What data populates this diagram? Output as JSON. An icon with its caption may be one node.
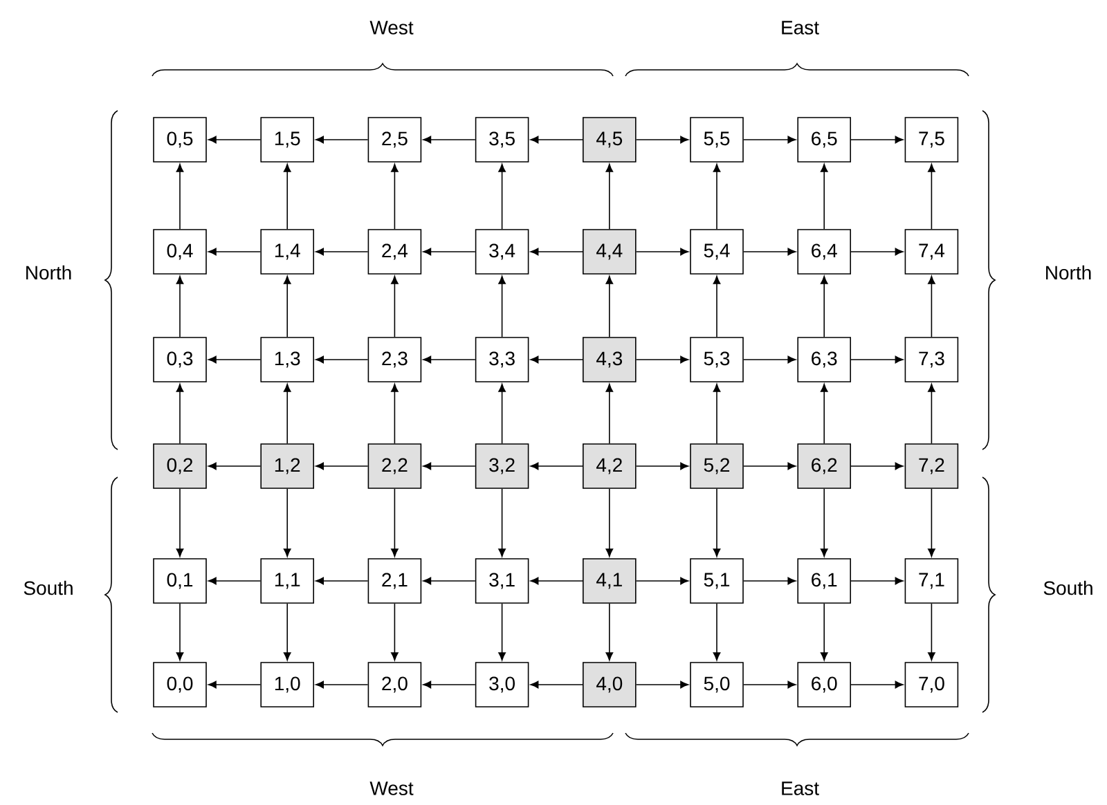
{
  "diagram": {
    "nodes": [
      {
        "text": [
          "0,5"
        ]
      },
      {
        "text": [
          "1,5"
        ]
      },
      {
        "text": [
          "2,5"
        ]
      },
      {
        "text": [
          "3,5"
        ]
      },
      {
        "text": [
          "4,5"
        ]
      },
      {
        "text": [
          "5,5"
        ]
      },
      {
        "text": [
          "6,5"
        ]
      },
      {
        "text": [
          "7,5"
        ]
      },
      {
        "text": [
          "0,4"
        ]
      },
      {
        "text": [
          "1,4"
        ]
      },
      {
        "text": [
          "2,4"
        ]
      },
      {
        "text": [
          "3,4"
        ]
      },
      {
        "text": [
          "4,4"
        ]
      },
      {
        "text": [
          "5,4"
        ]
      },
      {
        "text": [
          "6,4"
        ]
      },
      {
        "text": [
          "7,4"
        ]
      },
      {
        "text": [
          "0,3"
        ]
      },
      {
        "text": [
          "1,3"
        ]
      },
      {
        "text": [
          "2,3"
        ]
      },
      {
        "text": [
          "3,3"
        ]
      },
      {
        "text": [
          "4,3"
        ]
      },
      {
        "text": [
          "5,3"
        ]
      },
      {
        "text": [
          "6,3"
        ]
      },
      {
        "text": [
          "7,3"
        ]
      },
      {
        "text": [
          "0,2"
        ]
      },
      {
        "text": [
          "1,2"
        ]
      },
      {
        "text": [
          "2,2"
        ]
      },
      {
        "text": [
          "3,2"
        ]
      },
      {
        "text": [
          "4,2"
        ]
      },
      {
        "text": [
          "5,2"
        ]
      },
      {
        "text": [
          "6,2"
        ]
      },
      {
        "text": [
          "7,2"
        ]
      },
      {
        "text": [
          "0,1"
        ]
      },
      {
        "text": [
          "1,1"
        ]
      },
      {
        "text": [
          "2,1"
        ]
      },
      {
        "text": [
          "3,1"
        ]
      },
      {
        "text": [
          "4,1"
        ]
      },
      {
        "text": [
          "5,1"
        ]
      },
      {
        "text": [
          "6,1"
        ]
      },
      {
        "text": [
          "7,1"
        ]
      },
      {
        "text": [
          "0,0"
        ]
      },
      {
        "text": [
          "1,0"
        ]
      },
      {
        "text": [
          "2,0"
        ]
      },
      {
        "text": [
          "3,0"
        ]
      },
      {
        "text": [
          "4,0"
        ]
      },
      {
        "text": [
          "5,0"
        ]
      },
      {
        "text": [
          "6,0"
        ]
      },
      {
        "text": [
          "7,0"
        ]
      }
    ],
    "edges": [
      {
        "from": 1,
        "to": 0,
        "arrow": "to"
      },
      {
        "from": 2,
        "to": 1,
        "arrow": "to"
      },
      {
        "from": 3,
        "to": 2,
        "arrow": "to"
      },
      {
        "from": 4,
        "to": 3,
        "arrow": "to"
      },
      {
        "from": 4,
        "to": 5,
        "arrow": "to"
      },
      {
        "from": 5,
        "to": 6,
        "arrow": "to"
      },
      {
        "from": 6,
        "to": 7,
        "arrow": "to"
      },
      {
        "from": 9,
        "to": 8,
        "arrow": "to"
      },
      {
        "from": 10,
        "to": 9,
        "arrow": "to"
      },
      {
        "from": 11,
        "to": 10,
        "arrow": "to"
      },
      {
        "from": 12,
        "to": 11,
        "arrow": "to"
      },
      {
        "from": 12,
        "to": 13,
        "arrow": "to"
      },
      {
        "from": 13,
        "to": 14,
        "arrow": "to"
      },
      {
        "from": 14,
        "to": 15,
        "arrow": "to"
      },
      {
        "from": 17,
        "to": 16,
        "arrow": "to"
      },
      {
        "from": 18,
        "to": 17,
        "arrow": "to"
      },
      {
        "from": 19,
        "to": 18,
        "arrow": "to"
      },
      {
        "from": 20,
        "to": 19,
        "arrow": "to"
      },
      {
        "from": 20,
        "to": 21,
        "arrow": "to"
      },
      {
        "from": 21,
        "to": 22,
        "arrow": "to"
      },
      {
        "from": 22,
        "to": 23,
        "arrow": "to"
      },
      {
        "from": 25,
        "to": 24,
        "arrow": "to"
      },
      {
        "from": 26,
        "to": 25,
        "arrow": "to"
      },
      {
        "from": 27,
        "to": 26,
        "arrow": "to"
      },
      {
        "from": 28,
        "to": 27,
        "arrow": "to"
      },
      {
        "from": 28,
        "to": 29,
        "arrow": "to"
      },
      {
        "from": 29,
        "to": 30,
        "arrow": "to"
      },
      {
        "from": 30,
        "to": 31,
        "arrow": "to"
      },
      {
        "from": 33,
        "to": 32,
        "arrow": "to"
      },
      {
        "from": 34,
        "to": 33,
        "arrow": "to"
      },
      {
        "from": 35,
        "to": 34,
        "arrow": "to"
      },
      {
        "from": 36,
        "to": 35,
        "arrow": "to"
      },
      {
        "from": 36,
        "to": 37,
        "arrow": "to"
      },
      {
        "from": 37,
        "to": 38,
        "arrow": "to"
      },
      {
        "from": 38,
        "to": 39,
        "arrow": "to"
      },
      {
        "from": 41,
        "to": 40,
        "arrow": "to"
      },
      {
        "from": 42,
        "to": 41,
        "arrow": "to"
      },
      {
        "from": 43,
        "to": 42,
        "arrow": "to"
      },
      {
        "from": 44,
        "to": 43,
        "arrow": "to"
      },
      {
        "from": 44,
        "to": 45,
        "arrow": "to"
      },
      {
        "from": 45,
        "to": 46,
        "arrow": "to"
      },
      {
        "from": 46,
        "to": 47,
        "arrow": "to"
      },
      {
        "from": 8,
        "to": 0,
        "arrow": "to"
      },
      {
        "from": 9,
        "to": 1,
        "arrow": "to"
      },
      {
        "from": 10,
        "to": 2,
        "arrow": "to"
      },
      {
        "from": 11,
        "to": 3,
        "arrow": "to"
      },
      {
        "from": 12,
        "to": 4,
        "arrow": "to"
      },
      {
        "from": 13,
        "to": 5,
        "arrow": "to"
      },
      {
        "from": 14,
        "to": 6,
        "arrow": "to"
      },
      {
        "from": 15,
        "to": 7,
        "arrow": "to"
      },
      {
        "from": 16,
        "to": 8,
        "arrow": "to"
      },
      {
        "from": 17,
        "to": 9,
        "arrow": "to"
      },
      {
        "from": 18,
        "to": 10,
        "arrow": "to"
      },
      {
        "from": 19,
        "to": 11,
        "arrow": "to"
      },
      {
        "from": 20,
        "to": 12,
        "arrow": "to"
      },
      {
        "from": 21,
        "to": 13,
        "arrow": "to"
      },
      {
        "from": 22,
        "to": 14,
        "arrow": "to"
      },
      {
        "from": 23,
        "to": 15,
        "arrow": "to"
      },
      {
        "from": 24,
        "to": 16,
        "arrow": "to"
      },
      {
        "from": 25,
        "to": 17,
        "arrow": "to"
      },
      {
        "from": 26,
        "to": 18,
        "arrow": "to"
      },
      {
        "from": 27,
        "to": 19,
        "arrow": "to"
      },
      {
        "from": 28,
        "to": 20,
        "arrow": "to"
      },
      {
        "from": 29,
        "to": 21,
        "arrow": "to"
      },
      {
        "from": 30,
        "to": 22,
        "arrow": "to"
      },
      {
        "from": 31,
        "to": 23,
        "arrow": "to"
      },
      {
        "from": 24,
        "to": 32,
        "arrow": "to"
      },
      {
        "from": 25,
        "to": 33,
        "arrow": "to"
      },
      {
        "from": 26,
        "to": 34,
        "arrow": "to"
      },
      {
        "from": 27,
        "to": 35,
        "arrow": "to"
      },
      {
        "from": 28,
        "to": 36,
        "arrow": "to"
      },
      {
        "from": 29,
        "to": 37,
        "arrow": "to"
      },
      {
        "from": 30,
        "to": 38,
        "arrow": "to"
      },
      {
        "from": 31,
        "to": 39,
        "arrow": "to"
      },
      {
        "from": 32,
        "to": 40,
        "arrow": "to"
      },
      {
        "from": 33,
        "to": 41,
        "arrow": "to"
      },
      {
        "from": 34,
        "to": 42,
        "arrow": "to"
      },
      {
        "from": 35,
        "to": 43,
        "arrow": "to"
      },
      {
        "from": 36,
        "to": 44,
        "arrow": "to"
      },
      {
        "from": 37,
        "to": 45,
        "arrow": "to"
      },
      {
        "from": 38,
        "to": 46,
        "arrow": "to"
      },
      {
        "from": 39,
        "to": 47,
        "arrow": "to"
      }
    ],
    "labels": [
      "West",
      "East",
      "North",
      "North",
      "South",
      "South",
      "West",
      "East"
    ]
  }
}
